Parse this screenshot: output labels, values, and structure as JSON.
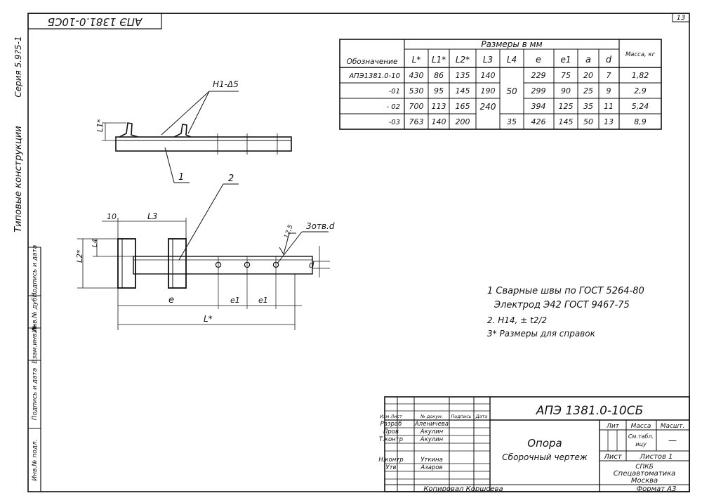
{
  "sheet": {
    "page_number": "13",
    "rotated_code": "АПЭ 1381.0-10СБ",
    "side_labels": {
      "series": "Серия 5.9?5-1",
      "typical": "Типовые конструкции",
      "col_sign_date": "Подпись и дата",
      "col_inv_dup": "Инв.№ дубл.",
      "col_replace_inv": "Взам.инв.№",
      "col_sign_date2": "Подпись и дата",
      "col_inv_orig": "Инв.№ подл."
    }
  },
  "table": {
    "group_header": "Размеры  в  мм",
    "headers": [
      "Обозначение",
      "L*",
      "L1*",
      "L2*",
      "L3",
      "L4",
      "e",
      "e1",
      "a",
      "d",
      "Масса, кг"
    ],
    "rows": [
      {
        "designation": "АПЭ1381.0-10",
        "L": "430",
        "L1": "86",
        "L2": "135",
        "L3": "140",
        "L4": "",
        "e": "229",
        "e1": "75",
        "a": "20",
        "d": "7",
        "mass": "1,82"
      },
      {
        "designation": "-01",
        "L": "530",
        "L1": "95",
        "L2": "145",
        "L3": "190",
        "L4": "",
        "e": "299",
        "e1": "90",
        "a": "25",
        "d": "9",
        "mass": "2,9"
      },
      {
        "designation": "- 02",
        "L": "700",
        "L1": "113",
        "L2": "165",
        "L3": "",
        "L4": "",
        "e": "394",
        "e1": "125",
        "a": "35",
        "d": "11",
        "mass": "5,24"
      },
      {
        "designation": "-03",
        "L": "763",
        "L1": "140",
        "L2": "200",
        "L3": "",
        "L4": "35",
        "e": "426",
        "e1": "145",
        "a": "50",
        "d": "13",
        "mass": "8,9"
      }
    ],
    "merged_L4": "50",
    "merged_L3": "240"
  },
  "drawing": {
    "weld_label": "Н1-Δ5",
    "dim_L1": "L1*",
    "dim_L2": "L2*",
    "dim_L3": "L3",
    "dim_L4": "L4",
    "dim_10": "10",
    "dim_e": "e",
    "dim_e1a": "e1",
    "dim_e1b": "e1",
    "dim_L": "L*",
    "dim_d": "d",
    "dim_rough": "12,5",
    "holes_label": "3отв.d",
    "pos_1": "1",
    "pos_2": "2"
  },
  "notes": [
    "1 Сварные швы по ГОСТ 5264-80",
    "Электрод Э42 ГОСТ 9467-75",
    "2. Н14, ± t2/2",
    "3* Размеры для справок"
  ],
  "title_block": {
    "code": "АПЭ 1381.0-10СБ",
    "name": "Опора",
    "subtitle": "Сборочный чертеж",
    "lit": "Лит",
    "mass": "Масса",
    "scale": "Масшт.",
    "mass_value": "См.табл.",
    "mass_value2": "ицу",
    "scale_value": "—",
    "sheet": "Лист",
    "sheets": "Листов 1",
    "org1": "СПКБ",
    "org2": "Спецавтоматика",
    "org3": "Москва",
    "roles": [
      {
        "role": "Изм Лист",
        "name": "№ докум.",
        "sign": "Подпись",
        "date": "Дата"
      },
      {
        "role": "Разраб",
        "name": "Аленичева",
        "sign": "",
        "date": ""
      },
      {
        "role": "Пров",
        "name": "Акулин",
        "sign": "",
        "date": ""
      },
      {
        "role": "Т.контр",
        "name": "Акулин",
        "sign": "",
        "date": ""
      },
      {
        "role": "",
        "name": "",
        "sign": "",
        "date": ""
      },
      {
        "role": "Н.контр",
        "name": "Уткина",
        "sign": "",
        "date": ""
      },
      {
        "role": "Утв",
        "name": "Азаров",
        "sign": "",
        "date": ""
      }
    ]
  },
  "footer": {
    "copied": "Копировал  Коршоева",
    "format": "Формат  А3"
  }
}
